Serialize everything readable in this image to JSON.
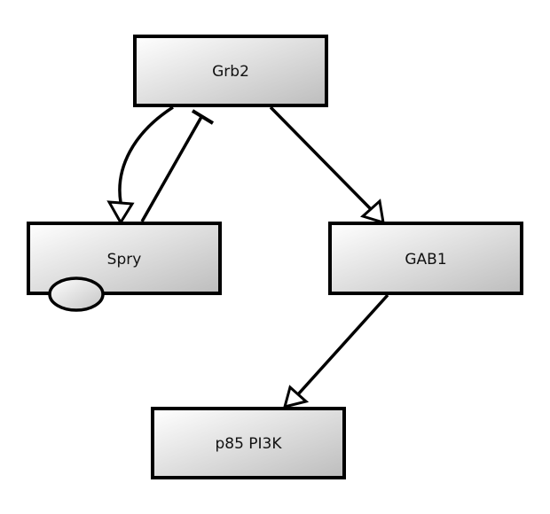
{
  "diagram": {
    "type": "signaling-pathway",
    "nodes": [
      {
        "id": "grb2",
        "label": "Grb2"
      },
      {
        "id": "spry",
        "label": "Spry",
        "modifier": "ellipse-state"
      },
      {
        "id": "gab1",
        "label": "GAB1"
      },
      {
        "id": "p85",
        "label": "p85 PI3K"
      }
    ],
    "edges": [
      {
        "from": "grb2",
        "to": "spry",
        "type": "activation"
      },
      {
        "from": "spry",
        "to": "grb2",
        "type": "inhibition"
      },
      {
        "from": "grb2",
        "to": "gab1",
        "type": "activation"
      },
      {
        "from": "gab1",
        "to": "p85",
        "type": "activation"
      }
    ],
    "colors": {
      "node_fill_start": "#ffffff",
      "node_fill_end": "#bdbdbd",
      "stroke": "#000000"
    }
  }
}
